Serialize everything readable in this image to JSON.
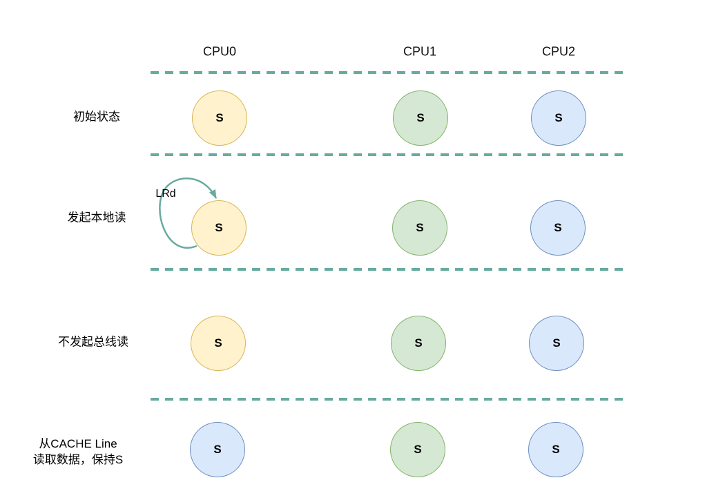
{
  "diagram": {
    "columns": [
      {
        "label": "CPU0"
      },
      {
        "label": "CPU1"
      },
      {
        "label": "CPU2"
      }
    ],
    "rows": [
      {
        "label": "初始状态",
        "cells": [
          {
            "state": "S",
            "color": "yellow"
          },
          {
            "state": "S",
            "color": "green"
          },
          {
            "state": "S",
            "color": "blue"
          }
        ]
      },
      {
        "label": "发起本地读",
        "cells": [
          {
            "state": "S",
            "color": "yellow"
          },
          {
            "state": "S",
            "color": "green"
          },
          {
            "state": "S",
            "color": "blue"
          }
        ]
      },
      {
        "label": "不发起总线读",
        "cells": [
          {
            "state": "S",
            "color": "yellow"
          },
          {
            "state": "S",
            "color": "green"
          },
          {
            "state": "S",
            "color": "blue"
          }
        ]
      },
      {
        "label": "从CACHE Line\n读取数据，保持S",
        "cells": [
          {
            "state": "S",
            "color": "blue"
          },
          {
            "state": "S",
            "color": "green"
          },
          {
            "state": "S",
            "color": "blue"
          }
        ]
      }
    ],
    "arrow": {
      "label": "LRd"
    }
  },
  "palette": {
    "yellow_fill": "#FFF2CC",
    "yellow_stroke": "#D6B656",
    "green_fill": "#D5E8D4",
    "green_stroke": "#82B366",
    "blue_fill": "#DAE8FC",
    "blue_stroke": "#6C8EBF",
    "teal": "#67AB9F",
    "text": "#000000",
    "background": "#FFFFFF"
  }
}
